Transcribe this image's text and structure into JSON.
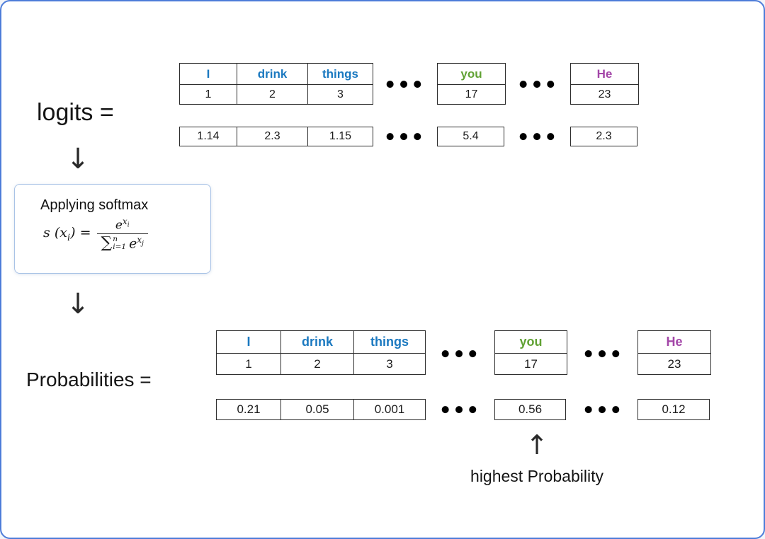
{
  "page": {
    "background": "#ffffff",
    "border_color": "#4d7cd9"
  },
  "labels": {
    "logits": "logits =",
    "probabilities": "Probabilities =",
    "highest_probability": "highest Probability"
  },
  "arrows": {
    "down": "↓",
    "up": "↑"
  },
  "dots": {
    "glyph": "●●●"
  },
  "softmax_box": {
    "title": "Applying softmax",
    "formula": {
      "s": "s",
      "open_paren": "(",
      "x": "x",
      "i_sub": "i",
      "close_paren": ")",
      "equals": "=",
      "num_e": "e",
      "num_exp_x": "x",
      "num_exp_sub": "i",
      "sigma": "∑",
      "sigma_sup": "n",
      "sigma_sub": "i=1",
      "den_e": "e",
      "den_exp_x": "x",
      "den_exp_sub": "j"
    }
  },
  "tokens": [
    {
      "label": "I",
      "id": "1",
      "color": "#1b79c0"
    },
    {
      "label": "drink",
      "id": "2",
      "color": "#1b79c0"
    },
    {
      "label": "things",
      "id": "3",
      "color": "#1b79c0"
    },
    {
      "label": "you",
      "id": "17",
      "color": "#61a234"
    },
    {
      "label": "He",
      "id": "23",
      "color": "#a346a8"
    }
  ],
  "logits": {
    "values": [
      "1.14",
      "2.3",
      "1.15",
      "5.4",
      "2.3"
    ]
  },
  "probabilities": {
    "values": [
      "0.21",
      "0.05",
      "0.001",
      "0.56",
      "0.12"
    ]
  }
}
